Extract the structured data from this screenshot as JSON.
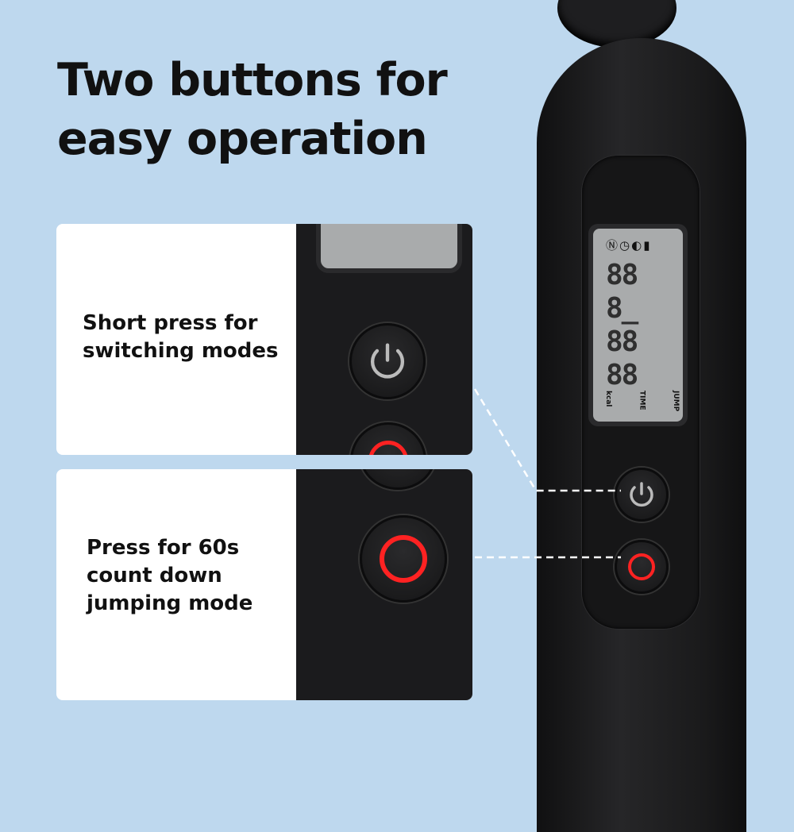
{
  "title": {
    "line1": "Two buttons for",
    "line2": "easy operation"
  },
  "cards": [
    {
      "label_lines": [
        "Short press for",
        "switching modes"
      ],
      "icon": "power-icon"
    },
    {
      "label_lines": [
        "Press for 60s",
        "count down",
        "jumping mode"
      ],
      "icon": "red-ring-button-icon"
    }
  ],
  "lcd": {
    "labels": [
      "kcal",
      "TIME",
      "JUMP"
    ],
    "status_icons": [
      "mode-n-icon",
      "clock-icon",
      "speaker-icon",
      "battery-icon"
    ]
  },
  "colors": {
    "background": "#bed8ee",
    "device": "#1b1b1d",
    "accent": "#ff2222",
    "lcd": "#a9abac"
  }
}
